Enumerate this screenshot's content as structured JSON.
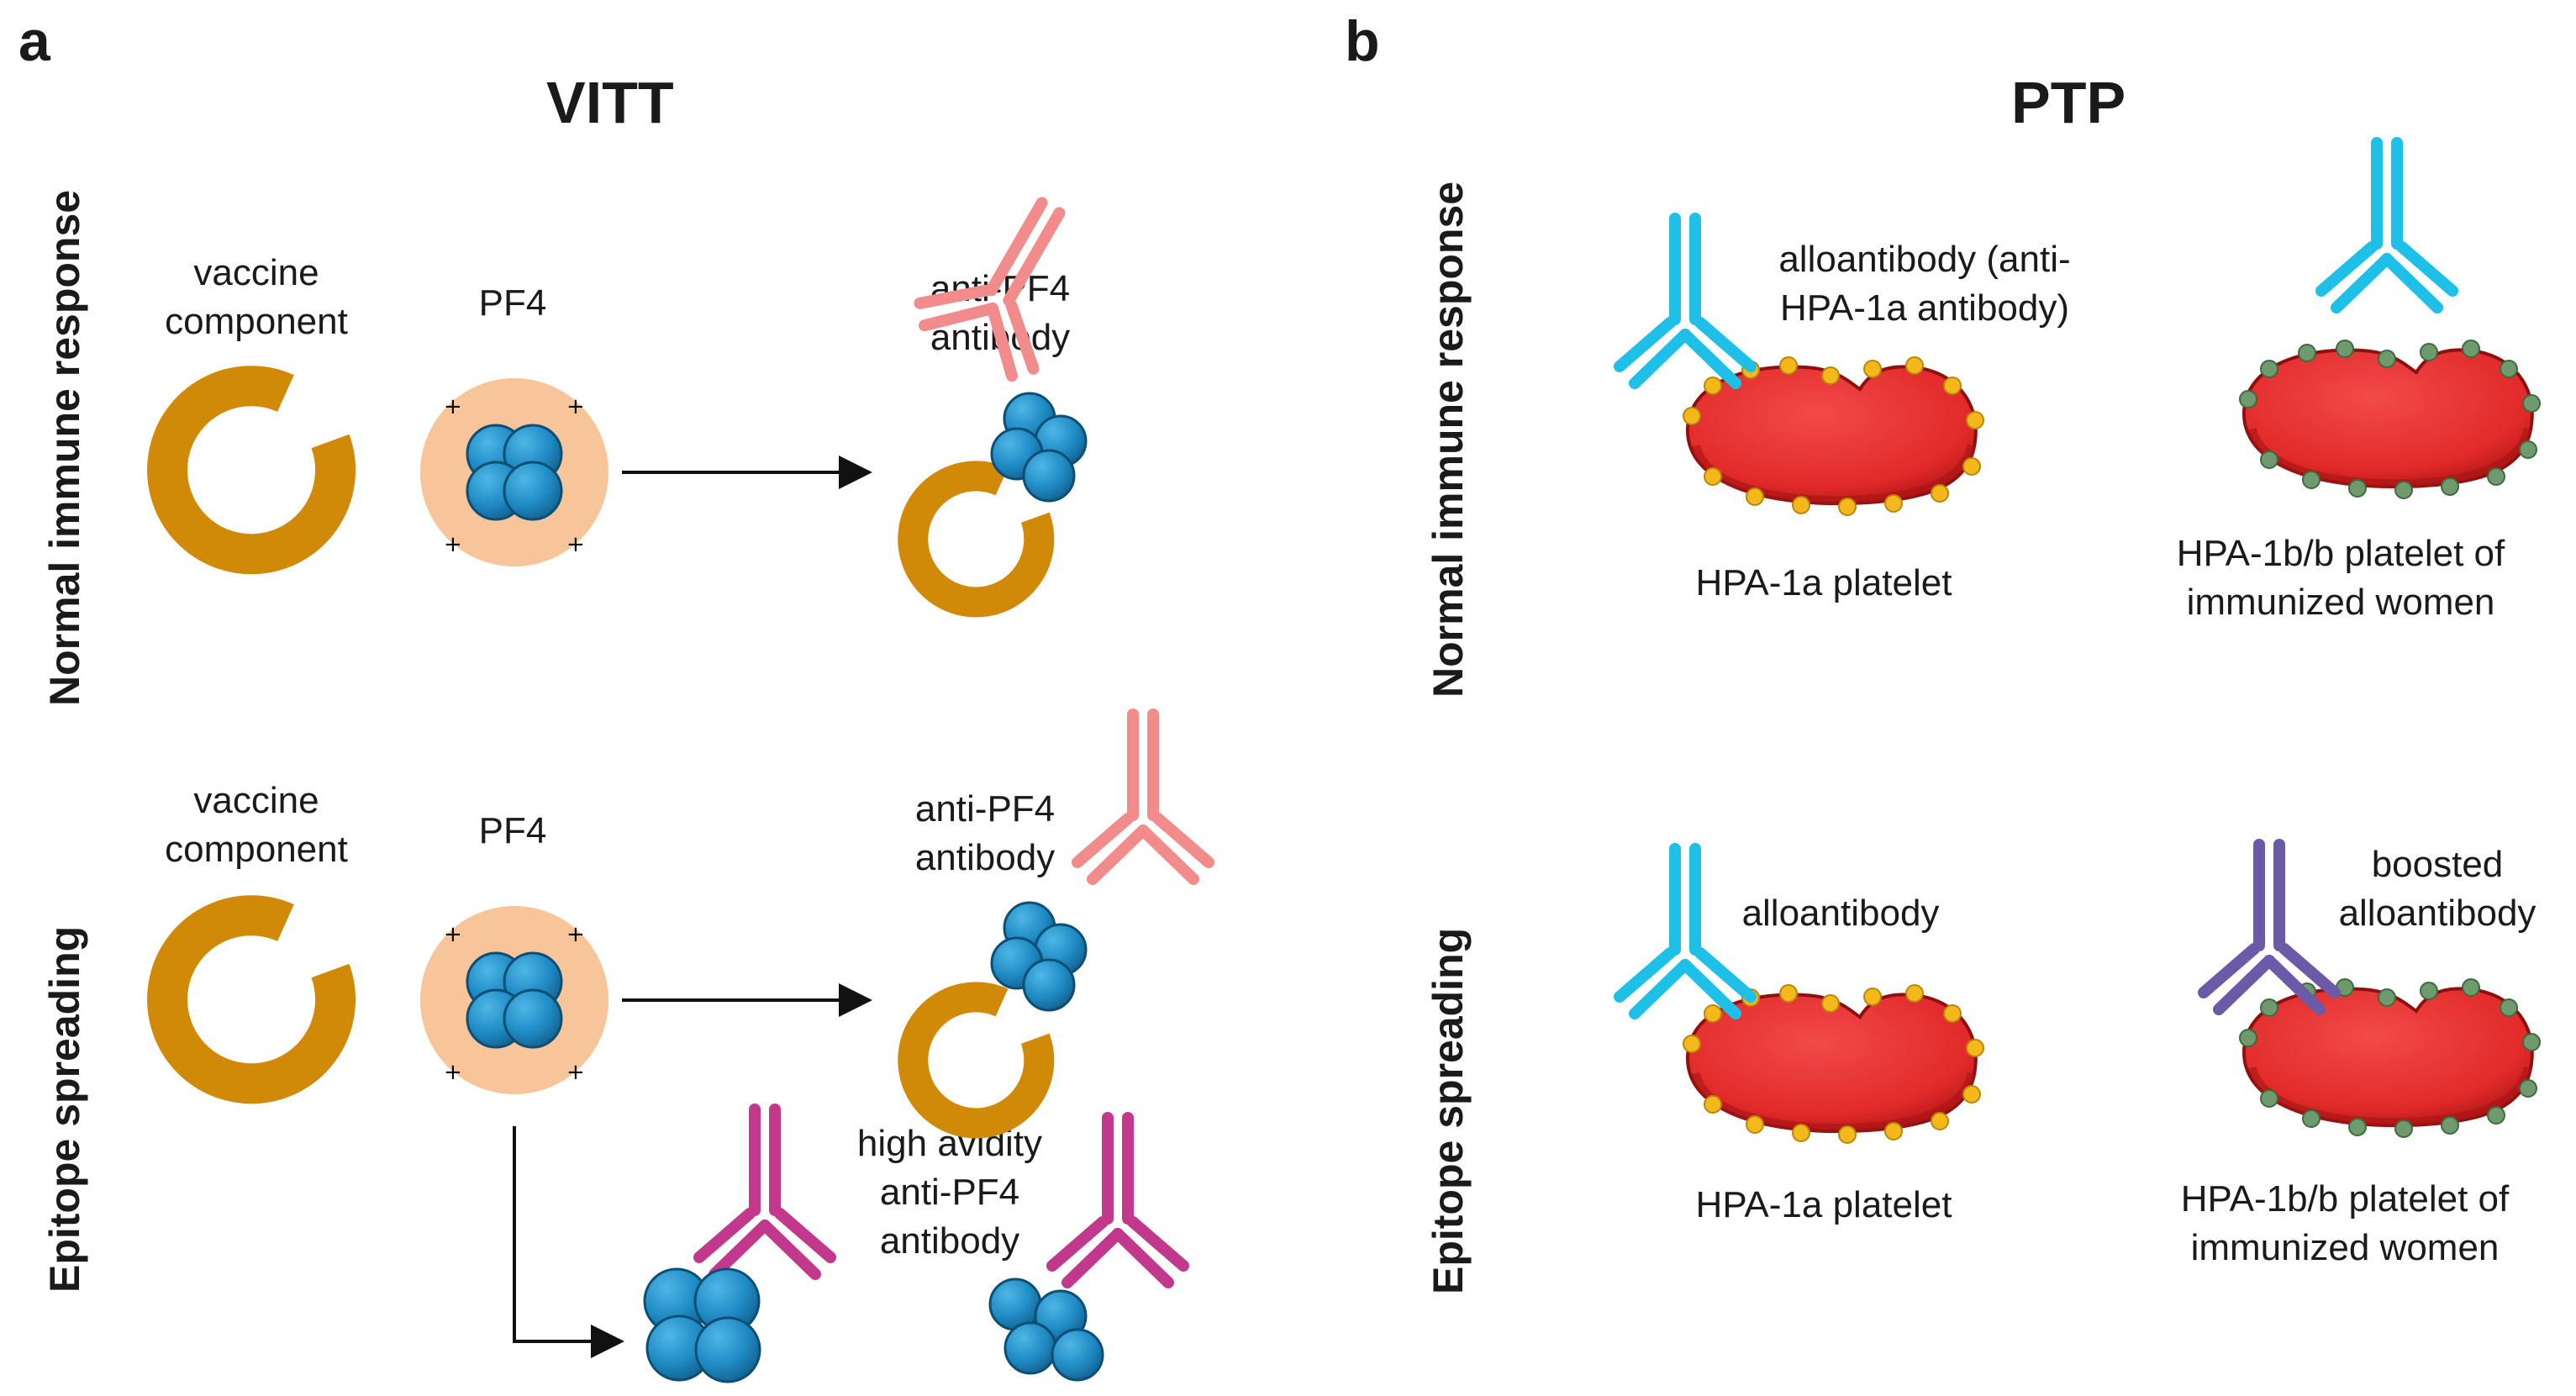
{
  "panel_a": {
    "letter": "a",
    "title": "VITT",
    "rows": [
      {
        "row_label": "Normal immune response",
        "vaccine_label": [
          "vaccine",
          "component"
        ],
        "pf4_label": "PF4",
        "antibody_label": [
          "anti-PF4",
          "antibody"
        ]
      },
      {
        "row_label": "Epitope spreading",
        "vaccine_label": [
          "vaccine",
          "component"
        ],
        "pf4_label": "PF4",
        "antibody_label": [
          "anti-PF4",
          "antibody"
        ],
        "high_avidity_label": [
          "high avidity",
          "anti-PF4",
          "antibody"
        ]
      }
    ]
  },
  "panel_b": {
    "letter": "b",
    "title": "PTP",
    "rows": [
      {
        "row_label": "Normal immune response",
        "left_antibody_label": [
          "alloantibody (anti-",
          "HPA-1a antibody)"
        ],
        "left_platelet_label": "HPA-1a platelet",
        "right_platelet_label": [
          "HPA-1b/b platelet of",
          "immunized women"
        ]
      },
      {
        "row_label": "Epitope spreading",
        "left_antibody_label": "alloantibody",
        "right_antibody_label": [
          "boosted",
          "alloantibody"
        ],
        "left_platelet_label": "HPA-1a platelet",
        "right_platelet_label": [
          "HPA-1b/b platelet of",
          "immunized women"
        ]
      }
    ]
  },
  "colors": {
    "vaccine_ring": "#d18a08",
    "pf4_halo": "#f8c49a",
    "pf4_sphere": "#1f8bc4",
    "anti_pf4_antibody": "#f28b8b",
    "high_avidity_antibody": "#c2388c",
    "alloantibody": "#1ec0e8",
    "boosted_alloantibody": "#6a5aa8",
    "platelet": "#e83232",
    "hpa1a_epitope": "#f4b81a",
    "hpa1b_epitope": "#6e9a6e",
    "arrow": "#111111"
  }
}
